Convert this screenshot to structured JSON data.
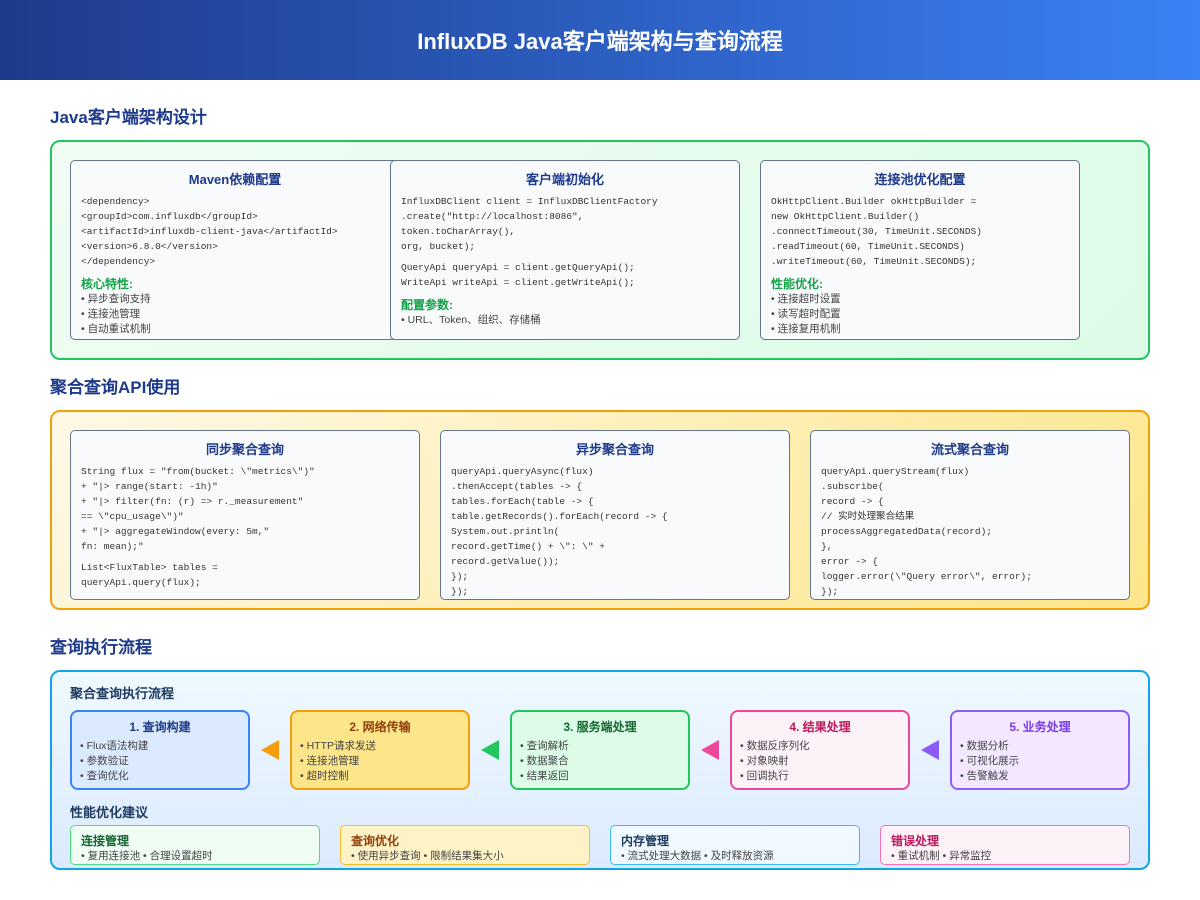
{
  "title": "InfluxDB Java客户端架构与查询流程",
  "sections": [
    "Java客户端架构设计",
    "聚合查询API使用",
    "查询执行流程"
  ],
  "arch": [
    {
      "title": "Maven依赖配置",
      "code": [
        "<dependency>",
        "<groupId>com.influxdb</groupId>",
        "<artifactId>influxdb-client-java</artifactId>",
        "<version>6.8.0</version>",
        "</dependency>"
      ],
      "code2": [],
      "sub": "核心特性:",
      "items": [
        "• 异步查询支持",
        "• 连接池管理",
        "• 自动重试机制"
      ]
    },
    {
      "title": "客户端初始化",
      "code": [
        "InfluxDBClient client = InfluxDBClientFactory",
        ".create(\"http://localhost:8086\",",
        "token.toCharArray(),",
        "org, bucket);"
      ],
      "code2": [
        "QueryApi queryApi = client.getQueryApi();",
        "WriteApi writeApi = client.getWriteApi();"
      ],
      "sub": "配置参数:",
      "items": [
        "• URL、Token、组织、存储桶"
      ]
    },
    {
      "title": "连接池优化配置",
      "code": [
        "OkHttpClient.Builder okHttpBuilder =",
        "new OkHttpClient.Builder()",
        ".connectTimeout(30, TimeUnit.SECONDS)",
        ".readTimeout(60, TimeUnit.SECONDS)",
        ".writeTimeout(60, TimeUnit.SECONDS);"
      ],
      "code2": [],
      "sub": "性能优化:",
      "items": [
        "• 连接超时设置",
        "• 读写超时配置",
        "• 连接复用机制"
      ]
    }
  ],
  "api": [
    {
      "title": "同步聚合查询",
      "code": [
        "String flux = \"from(bucket: \\\"metrics\\\")\"",
        "+ \"|> range(start: -1h)\"",
        "+ \"|> filter(fn: (r) => r._measurement\"",
        "== \\\"cpu_usage\\\")\"",
        "+ \"|> aggregateWindow(every: 5m,\"",
        "fn: mean);\""
      ],
      "code2": [
        "List<FluxTable> tables =",
        "queryApi.query(flux);"
      ]
    },
    {
      "title": "异步聚合查询",
      "code": [
        "queryApi.queryAsync(flux)",
        ".thenAccept(tables -> {",
        "tables.forEach(table -> {",
        "table.getRecords().forEach(record -> {",
        "System.out.println(",
        "record.getTime() + \\\": \\\" +",
        "record.getValue());",
        "});",
        "});"
      ],
      "code2": []
    },
    {
      "title": "流式聚合查询",
      "code": [
        "queryApi.queryStream(flux)",
        ".subscribe(",
        "record -> {",
        "// 实时处理聚合结果",
        "processAggregatedData(record);",
        "},",
        "error -> {",
        "logger.error(\\\"Query error\\\", error);",
        "});"
      ],
      "code2": []
    }
  ],
  "flow_title": "聚合查询执行流程",
  "flow": [
    {
      "title": "1. 查询构建",
      "items": [
        "• Flux语法构建",
        "• 参数验证",
        "• 查询优化"
      ],
      "color": "#3b82f6",
      "bg": "#dbeafe",
      "text": "#1e3a8a"
    },
    {
      "title": "2. 网络传输",
      "items": [
        "• HTTP请求发送",
        "• 连接池管理",
        "• 超时控制"
      ],
      "color": "#f59e0b",
      "bg": "#fde68a",
      "text": "#92400e"
    },
    {
      "title": "3. 服务端处理",
      "items": [
        "• 查询解析",
        "• 数据聚合",
        "• 结果返回"
      ],
      "color": "#22c55e",
      "bg": "#dcfce7",
      "text": "#166534"
    },
    {
      "title": "4. 结果处理",
      "items": [
        "• 数据反序列化",
        "• 对象映射",
        "• 回调执行"
      ],
      "color": "#ec4899",
      "bg": "#fdf2f8",
      "text": "#be185d"
    },
    {
      "title": "5. 业务处理",
      "items": [
        "• 数据分析",
        "• 可视化展示",
        "• 告警触发"
      ],
      "color": "#8b5cf6",
      "bg": "#f3e8ff",
      "text": "#7c3aed"
    }
  ],
  "tips_title": "性能优化建议",
  "tips": [
    {
      "title": "连接管理",
      "text": "• 复用连接池 • 合理设置超时",
      "color": "#4ade80",
      "bg": "#f0fdf4",
      "text_color": "#166534"
    },
    {
      "title": "查询优化",
      "text": "• 使用异步查询 • 限制结果集大小",
      "color": "#fbbf24",
      "bg": "#fef3c7",
      "text_color": "#92400e"
    },
    {
      "title": "内存管理",
      "text": "• 流式处理大数据 • 及时释放资源",
      "color": "#38bdf8",
      "bg": "#f0f9ff",
      "text_color": "#1e3a5f"
    },
    {
      "title": "错误处理",
      "text": "• 重试机制 • 异常监控",
      "color": "#f472b6",
      "bg": "#fdf2f8",
      "text_color": "#be185d"
    }
  ]
}
